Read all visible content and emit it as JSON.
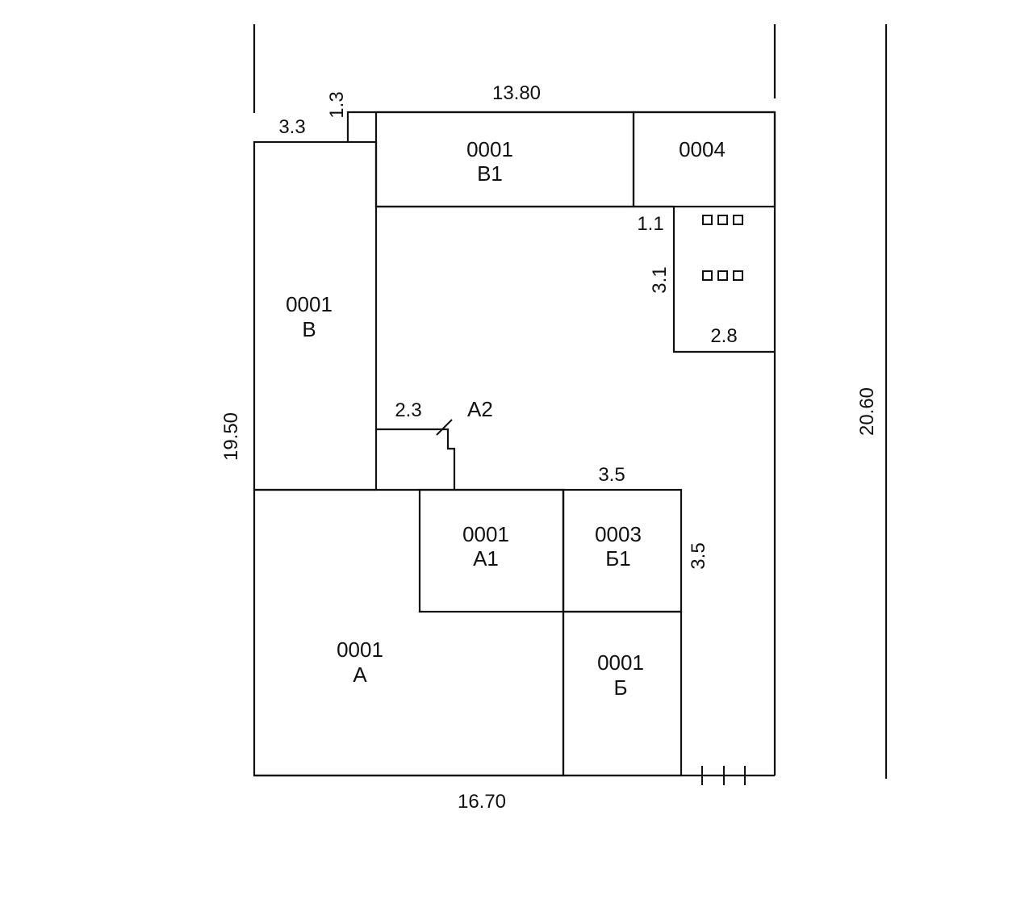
{
  "buildings": {
    "v1": {
      "number": "0001",
      "letter": "В1"
    },
    "b4": {
      "number": "0004"
    },
    "v": {
      "number": "0001",
      "letter": "В"
    },
    "a1": {
      "number": "0001",
      "letter": "А1"
    },
    "b1": {
      "number": "0003",
      "letter": "Б1"
    },
    "a": {
      "number": "0001",
      "letter": "А"
    },
    "b": {
      "number": "0001",
      "letter": "Б"
    },
    "a2": {
      "letter": "А2"
    }
  },
  "dimensions": {
    "top_width": "13.80",
    "bottom_width": "16.70",
    "left_height": "19.50",
    "right_height": "20.60",
    "top_left_width": "3.3",
    "top_left_step": "1.3",
    "small_room_gap": "1.1",
    "small_room_height": "3.1",
    "small_room_width": "2.8",
    "porch_width": "2.3",
    "b1_width": "3.5",
    "b1_height": "3.5"
  }
}
